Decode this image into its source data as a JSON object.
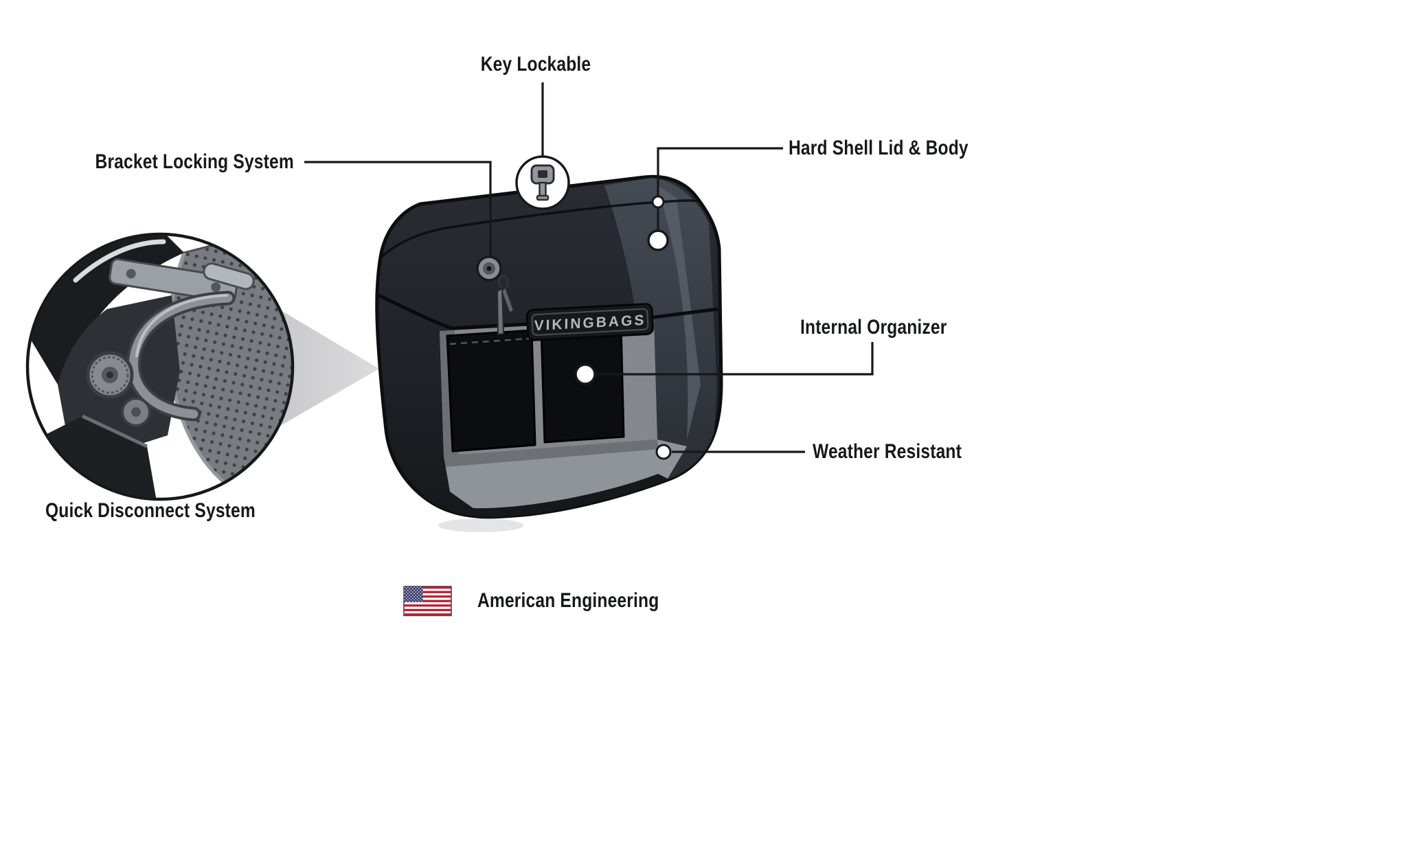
{
  "callouts": {
    "key_lockable": "Key Lockable",
    "bracket_locking_system": "Bracket Locking System",
    "hard_shell_lid_body": "Hard Shell Lid & Body",
    "internal_organizer": "Internal Organizer",
    "weather_resistant": "Weather Resistant",
    "quick_disconnect_system": "Quick Disconnect System"
  },
  "footer": {
    "american_engineering": "American Engineering"
  },
  "product": {
    "badge": "VIKINGBAGS"
  },
  "icons": {
    "flag": "us-flag-icon",
    "key": "key-icon",
    "lock": "lock-icon"
  },
  "colors": {
    "label_text": "#17181a",
    "leader_line": "#17181a",
    "triangle": "#c9c9cb",
    "flag_red": "#b22234",
    "flag_blue": "#3c3b6e",
    "bag_body": "#1b1e22",
    "organizer_gray": "#84888d",
    "pocket_black": "#0c0d10"
  }
}
